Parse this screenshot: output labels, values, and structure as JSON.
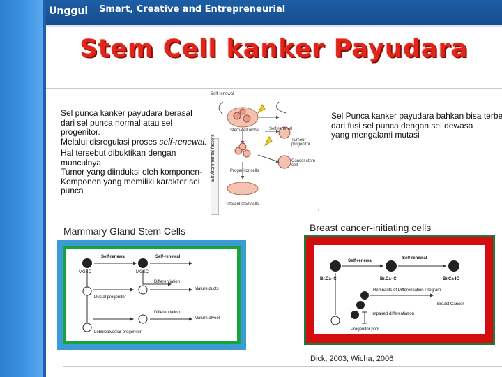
{
  "header": {
    "logo": "Unggul",
    "tagline": "Smart, Creative and Entrepreneurial"
  },
  "title": "Stem Cell kanker Payudara",
  "left_text": {
    "p1_lines": [
      "Sel punca kanker payudara berasal",
      "dari sel punca normal atau sel progenitor.",
      "Melalui disregulasi proses "
    ],
    "p1_italic": "self-renewal.",
    "p2_lines": [
      "Hal tersebut dibuktikan dengan munculnya",
      "Tumor yang diinduksi oleh komponen-",
      "Komponen yang memiliki karakter sel",
      "punca"
    ]
  },
  "right_text": {
    "lines": [
      "Sel Punca kanker payudara bahkan bisa terbe",
      "dari fusi sel punca dengan sel dewasa",
      "yang mengalami mutasi"
    ]
  },
  "top_diagram": {
    "side_label": "Environmental factors",
    "labels": [
      "Self-renewal",
      "Stem-cell niche",
      "Self-renewal",
      "Progenitor cells",
      "Tumour progenitor",
      "Cancer stem cell",
      "Differentiated cells"
    ]
  },
  "captions": {
    "left": "Mammary Gland Stem Cells",
    "right": "Breast cancer-initiating cells"
  },
  "left_figure": {
    "labels": [
      "Self-renewal",
      "Self-renewal",
      "MGSC",
      "MGSC",
      "Differentiation",
      "Mature ducts",
      "Ductal progenitor",
      "Differentiation",
      "Mature alveoli",
      "Lobuloalveolar progenitor"
    ]
  },
  "right_figure": {
    "labels": [
      "Self-renewal",
      "Self-renewal",
      "Br.Ca-IC",
      "Br.Ca-IC",
      "Br.Ca-IC",
      "Remnants of Differentiation Program",
      "Breast Cancer",
      "Impaired differentiation",
      "Progenitor pool",
      "?"
    ]
  },
  "citation": "Dick, 2003; Wicha, 2006",
  "colors": {
    "title": "#e0261b",
    "header": "#1d5ea6",
    "sidebar": "#3b93e3"
  }
}
